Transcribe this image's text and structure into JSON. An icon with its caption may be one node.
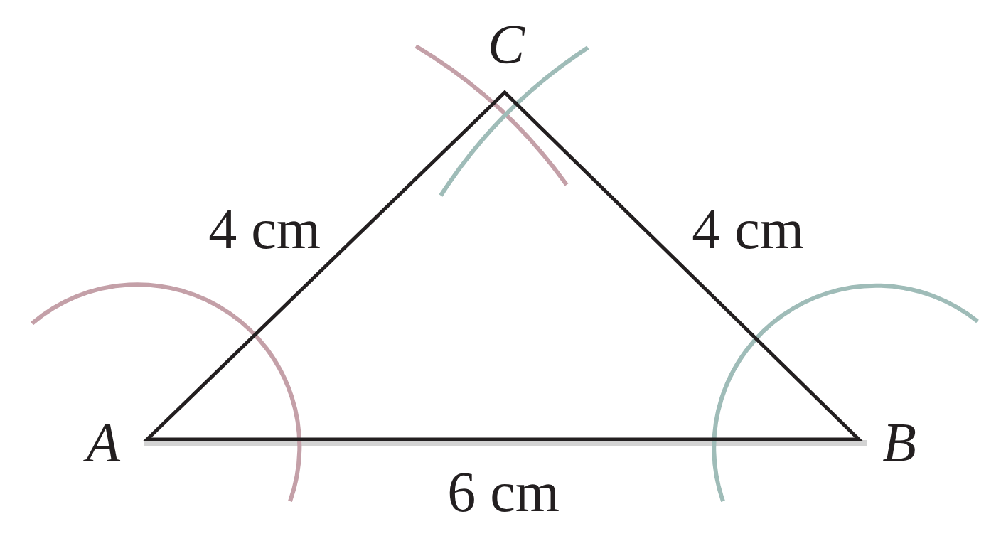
{
  "diagram": {
    "labels": [
      "C",
      "4 cm",
      "4 cm",
      "A",
      "B",
      "6 cm"
    ]
  }
}
